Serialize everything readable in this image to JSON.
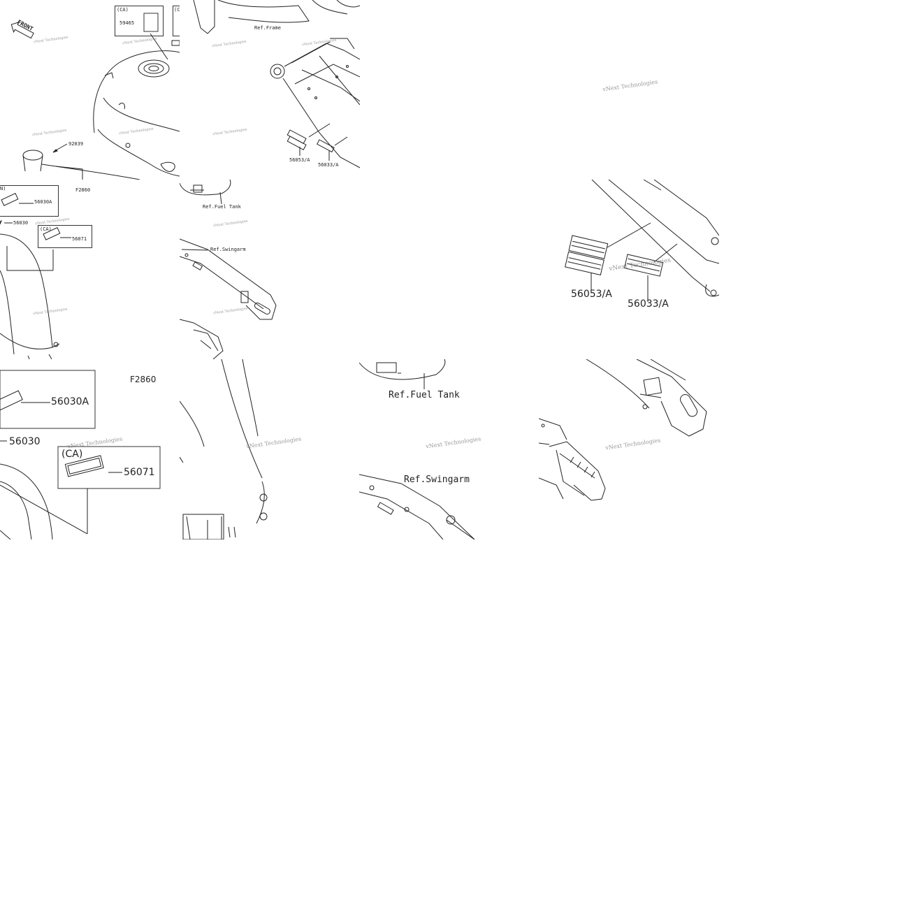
{
  "watermark": "vNext Technologies",
  "front_label": "FRONT",
  "tiles": {
    "t1": {
      "labels": {
        "ca": "(CA)",
        "c": "(C",
        "p59465": "59465",
        "p92039": "92039"
      }
    },
    "t2": {
      "labels": {
        "ref_frame": "Ref.Frame",
        "p56053": "56053/A",
        "p56033": "56033/A"
      }
    },
    "t3": {
      "labels": {
        "n": "N)",
        "p56030a": "56030A",
        "p56030": "56030",
        "ca": "(CA)",
        "p56071": "56071",
        "f2860": "F2860"
      }
    },
    "t4": {
      "labels": {
        "ref_fuel": "Ref.Fuel Tank",
        "ref_swing": "Ref.Swingarm"
      }
    },
    "t5": {
      "labels": {
        "p56053": "56053/A",
        "p56033": "56033/A"
      }
    },
    "t6": {
      "labels": {
        "f2860": "F2860",
        "p56030a": "56030A",
        "p56030": "56030",
        "ca": "(CA)",
        "p56071": "56071"
      }
    },
    "t7": {
      "labels": {
        "ref_fuel": "Ref.Fuel Tank",
        "ref_swing": "Ref.Swingarm"
      }
    }
  },
  "colors": {
    "line": "#222222",
    "watermark": "#777777"
  }
}
